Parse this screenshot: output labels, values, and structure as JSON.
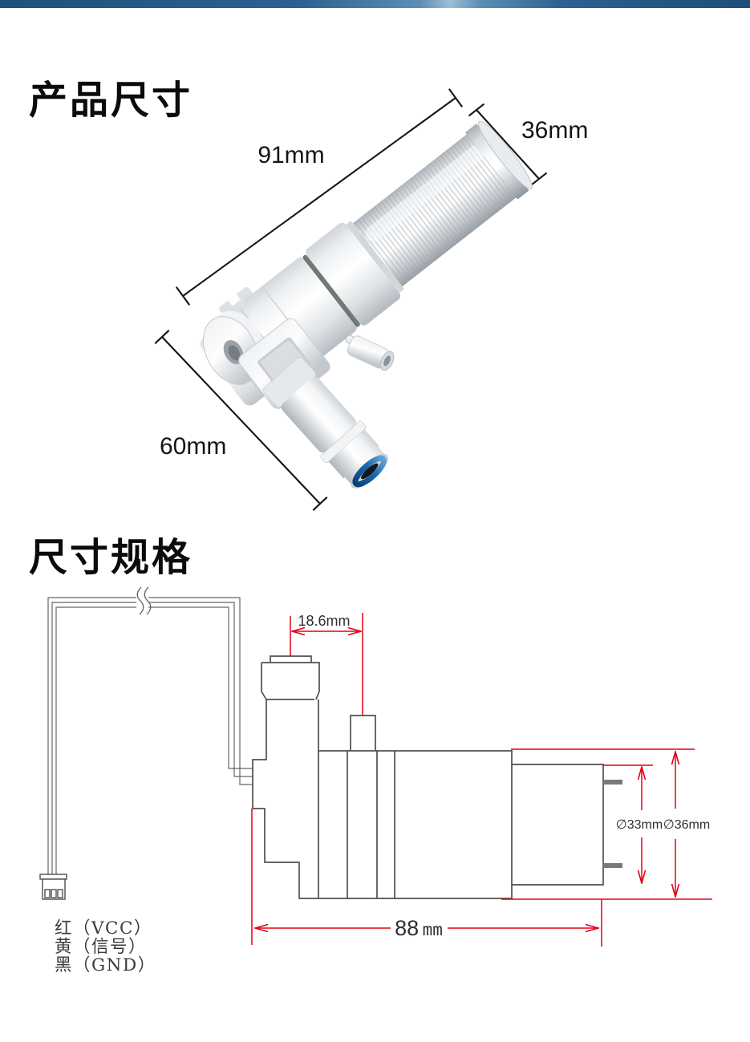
{
  "colors": {
    "top_bar_blue": "#2b6191",
    "dimension_red": "#e60014",
    "drawing_outline": "#544e4d",
    "photo_dim_black": "#141414",
    "connector_blue_ring": "#1c69ad"
  },
  "product_section": {
    "heading": "产品尺寸",
    "dim_length": "91mm",
    "dim_diameter": "36mm",
    "dim_height": "60mm"
  },
  "spec_section": {
    "heading": "尺寸规格",
    "dim_inlet_offset": "18.6mm",
    "dim_inner_diameter": "∅33mm",
    "dim_outer_diameter": "∅36mm",
    "dim_body_length_value": "88",
    "dim_body_length_unit": "mm",
    "wire_labels": [
      "红（VCC）",
      "黄（信号）",
      "黑（GND）"
    ]
  }
}
